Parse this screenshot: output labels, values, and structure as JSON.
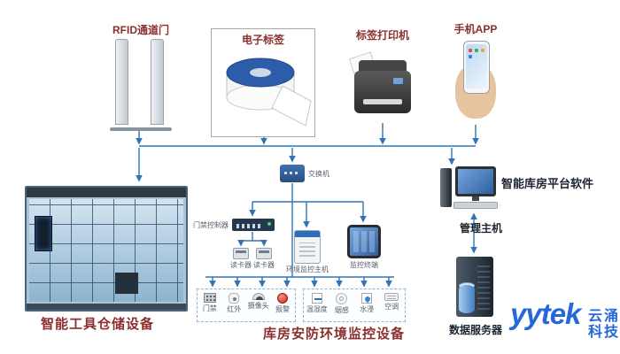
{
  "colors": {
    "line": "#2e75b6",
    "label_red": "#8b2f2f",
    "logo_blue": "#2468d9"
  },
  "top": {
    "rfid_label": "RFID通道门",
    "tag_label": "电子标签",
    "printer_label": "标签打印机",
    "app_label": "手机APP"
  },
  "right": {
    "platform": "智能库房平台软件",
    "host": "管理主机",
    "server": "数据服务器"
  },
  "cabinet": {
    "label": "智能工具仓储设备"
  },
  "monitoring": {
    "title": "库房安防环境监控设备",
    "core": "交换机",
    "door_ctrl": "门禁控制器",
    "reader1": "读卡器",
    "reader2": "读卡器",
    "env_host": "环境监控主机",
    "terminal": "监控终端",
    "group1": {
      "items": [
        "门禁",
        "红外",
        "摄像头",
        "报警"
      ]
    },
    "group2": {
      "items": [
        "温湿度",
        "烟感",
        "水浸",
        "空调"
      ]
    }
  },
  "logo": {
    "en": "yytek",
    "cn1": "云涌",
    "cn2": "科技"
  }
}
